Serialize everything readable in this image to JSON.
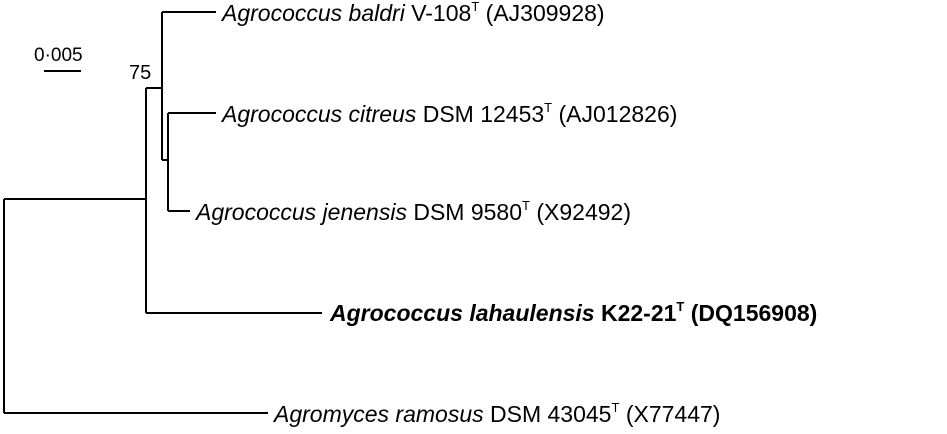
{
  "scale_bar": {
    "label": "0·005"
  },
  "bootstrap": {
    "value": "75"
  },
  "taxa": [
    {
      "genus_species": "Agrococcus baldri",
      "strain": "V-108",
      "superscript": "T",
      "accession": "(AJ309928)",
      "bold": false
    },
    {
      "genus_species": "Agrococcus citreus",
      "strain": "DSM 12453",
      "superscript": "T",
      "accession": "(AJ012826)",
      "bold": false
    },
    {
      "genus_species": "Agrococcus jenensis",
      "strain": "DSM 9580",
      "superscript": "T",
      "accession": "(X92492)",
      "bold": false
    },
    {
      "genus_species": "Agrococcus lahaulensis",
      "strain": "K22-21",
      "superscript": "T",
      "accession": "(DQ156908)",
      "bold": true
    },
    {
      "genus_species": "Agromyces ramosus",
      "strain": "DSM 43045",
      "superscript": "T",
      "accession": "(X77447)",
      "bold": false
    }
  ]
}
